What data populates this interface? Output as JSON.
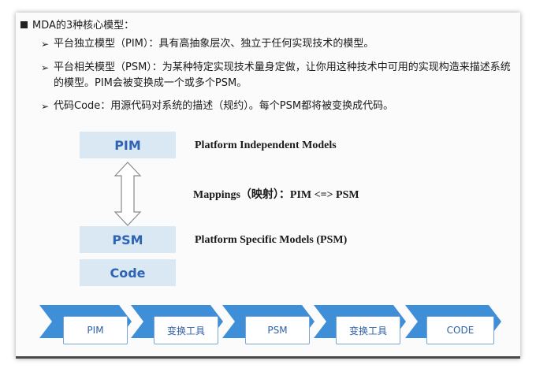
{
  "heading": "MDA的3种核心模型：",
  "bullets": [
    {
      "text": "平台独立模型（PIM）：具有高抽象层次、独立于任何实现技术的模型。"
    },
    {
      "text": "平台相关模型（PSM）：为某种特定实现技术量身定做，让你用这种技术中可用的实现构造来描述系统的模型。PIM会被变换成一个或多个PSM。"
    },
    {
      "text": "代码Code：用源代码对系统的描述（规约）。每个PSM都将被变换成代码。"
    }
  ],
  "diagram": {
    "pim_label": "PIM",
    "psm_label": "PSM",
    "code_label": "Code",
    "pim_desc": "Platform Independent Models",
    "mapping_desc": "Mappings（映射）：PIM <=> PSM",
    "psm_desc": "Platform Specific Models (PSM)"
  },
  "flow": [
    "PIM",
    "变换工具",
    "PSM",
    "变换工具",
    "CODE"
  ],
  "colors": {
    "box_fill": "#d9e8f3",
    "box_text": "#2f63b3",
    "chevron": "#3f8fd8",
    "flow_text": "#2f5fa8"
  }
}
